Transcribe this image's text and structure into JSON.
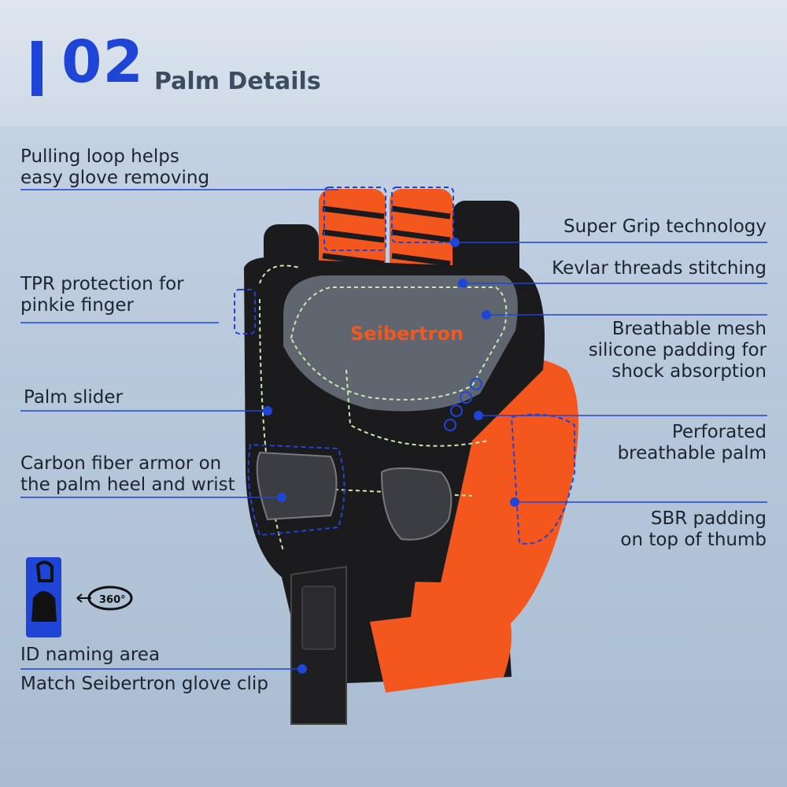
{
  "header": {
    "number": "02",
    "title": "Palm Details"
  },
  "brand": {
    "logo_text": "Seibertron"
  },
  "clip": {
    "rotation_label": "360°"
  },
  "callouts": {
    "pulling_loop": [
      "Pulling loop helps",
      "easy glove removing"
    ],
    "super_grip": "Super Grip technology",
    "kevlar": "Kevlar threads stitching",
    "tpr": [
      "TPR protection for",
      "pinkie finger"
    ],
    "breathable_mesh": [
      "Breathable mesh",
      "silicone padding for",
      "shock absorption"
    ],
    "palm_slider": "Palm slider",
    "perforated": [
      "Perforated",
      "breathable palm"
    ],
    "carbon": [
      "Carbon fiber armor on",
      "the palm heel and wrist"
    ],
    "sbr": [
      "SBR padding",
      "on top of thumb"
    ],
    "id_area": "ID naming area",
    "clip_match": "Match Seibertron glove clip"
  },
  "colors": {
    "accent": "#1f45d6",
    "glove_orange": "#f4571e",
    "glove_black": "#1b1b1d",
    "palm_gray": "#5f6670"
  }
}
